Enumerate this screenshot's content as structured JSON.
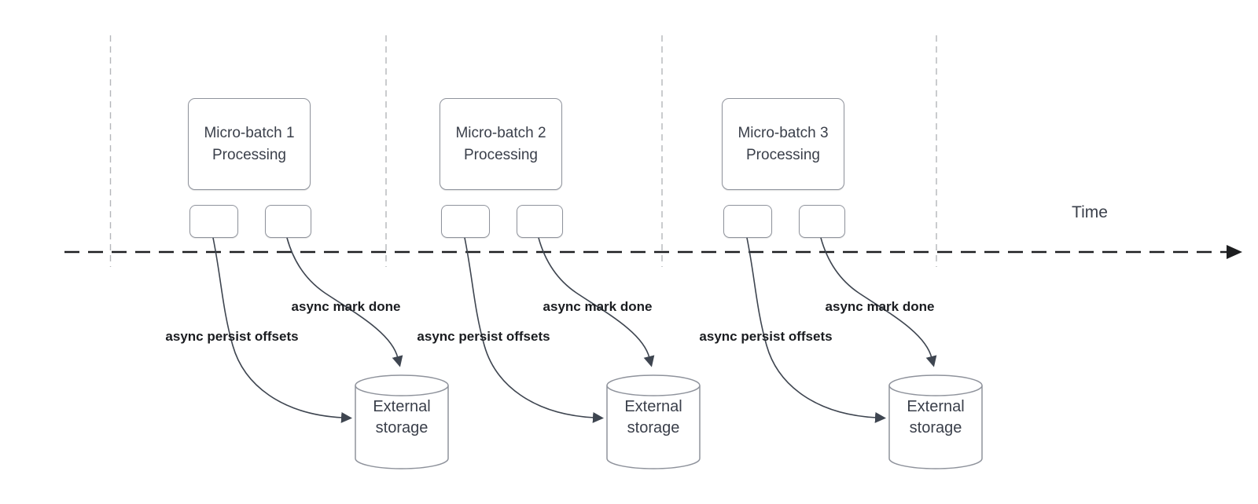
{
  "diagram": {
    "timeline": {
      "label": "Time"
    },
    "batches": [
      {
        "title_line1": "Micro-batch 1",
        "title_line2": "Processing",
        "persist_arrow_label": "async persist offsets",
        "mark_done_arrow_label": "async mark done",
        "storage_line1": "External",
        "storage_line2": "storage"
      },
      {
        "title_line1": "Micro-batch 2",
        "title_line2": "Processing",
        "persist_arrow_label": "async persist offsets",
        "mark_done_arrow_label": "async mark done",
        "storage_line1": "External",
        "storage_line2": "storage"
      },
      {
        "title_line1": "Micro-batch 3",
        "title_line2": "Processing",
        "persist_arrow_label": "async persist offsets",
        "mark_done_arrow_label": "async mark done",
        "storage_line1": "External",
        "storage_line2": "storage"
      }
    ],
    "colors": {
      "background": "#ffffff",
      "box_border": "#8f939c",
      "box_text": "#3a3f4a",
      "arrow_stroke": "#3e4550",
      "timeline_stroke": "#1d1e20",
      "guide_line": "#b4b6ba",
      "bold_label_text": "#1a1c20"
    }
  }
}
